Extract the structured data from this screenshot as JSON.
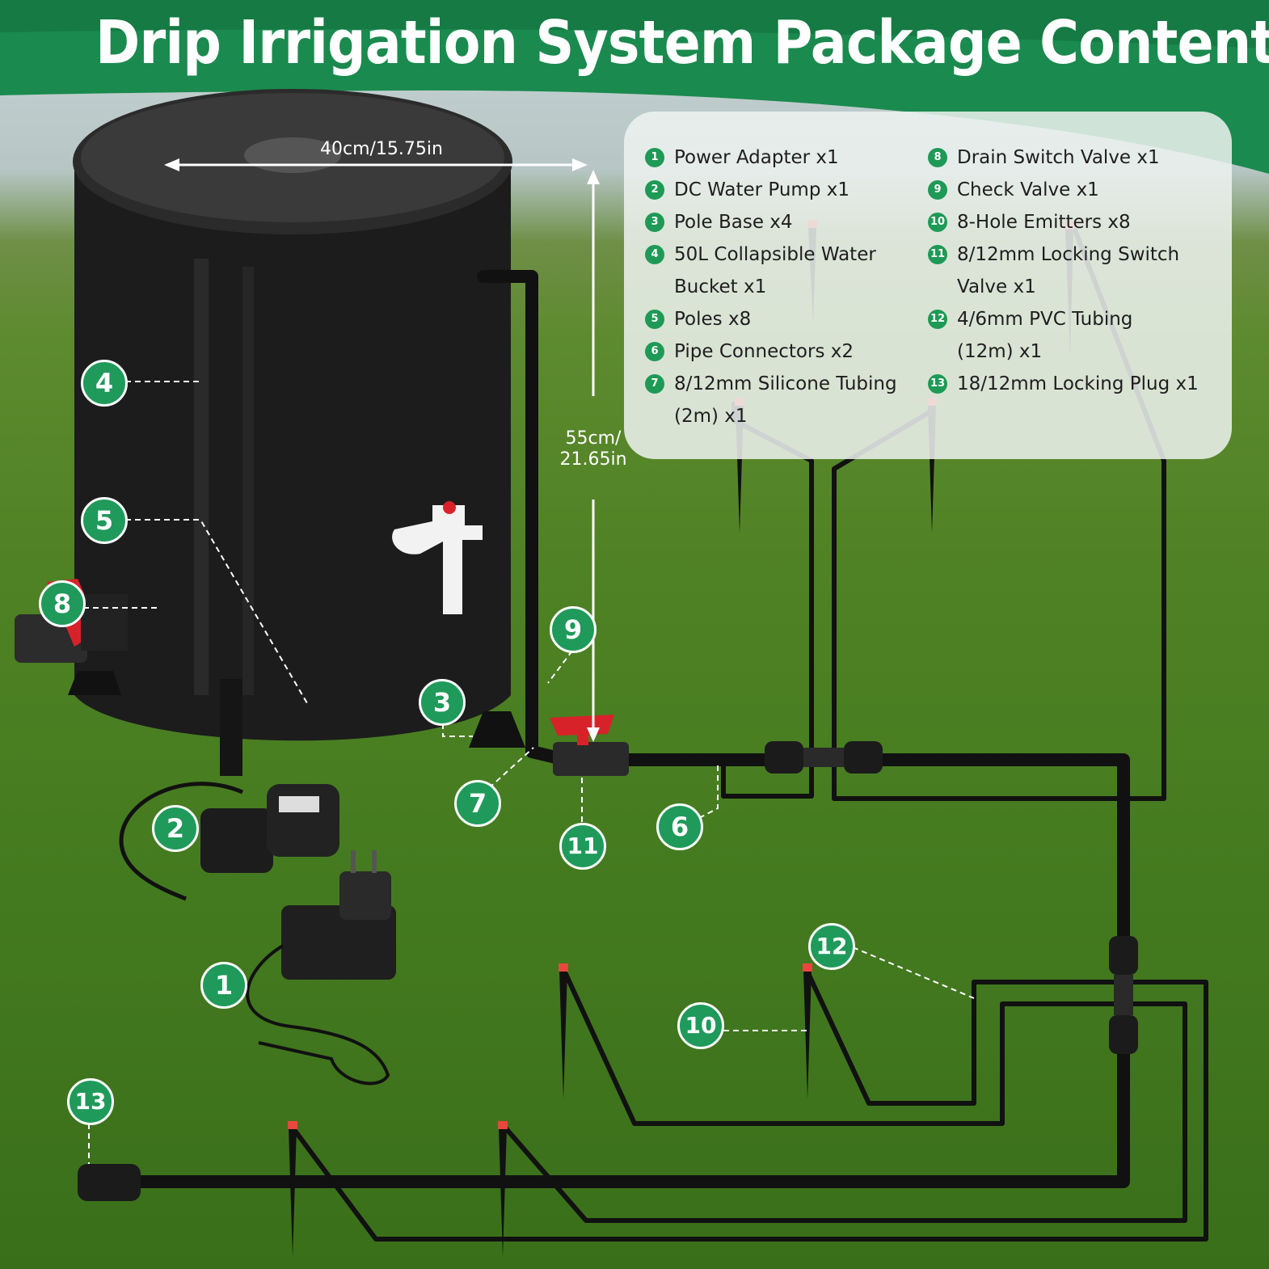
{
  "header": {
    "title": "Drip Irrigation System Package Contents"
  },
  "dimensions": {
    "width": "40cm/15.75in",
    "height": "55cm/\n21.65in"
  },
  "contents_left": [
    {
      "num": "1",
      "text": "Power Adapter x1"
    },
    {
      "num": "2",
      "text": "DC Water Pump x1"
    },
    {
      "num": "3",
      "text": "Pole Base x4"
    },
    {
      "num": "4",
      "text": "50L Collapsible Water\nBucket x1"
    },
    {
      "num": "5",
      "text": "Poles x8"
    },
    {
      "num": "6",
      "text": "Pipe Connectors x2"
    },
    {
      "num": "7",
      "text": "8/12mm Silicone Tubing\n(2m) x1"
    }
  ],
  "contents_right": [
    {
      "num": "8",
      "text": "Drain Switch Valve x1"
    },
    {
      "num": "9",
      "text": "Check Valve x1"
    },
    {
      "num": "10",
      "text": "8-Hole Emitters x8"
    },
    {
      "num": "11",
      "text": "8/12mm Locking Switch\nValve x1"
    },
    {
      "num": "12",
      "text": "4/6mm PVC Tubing\n(12m) x1"
    },
    {
      "num": "13",
      "text": "18/12mm Locking Plug x1"
    }
  ],
  "callouts": [
    "1",
    "2",
    "3",
    "4",
    "5",
    "6",
    "7",
    "8",
    "9",
    "10",
    "11",
    "12",
    "13"
  ],
  "colors": {
    "banner_green": "#1a8a4e",
    "badge_green": "#1f9a5a",
    "bucket": "#1a1a1a",
    "valve_red": "#d8222a"
  }
}
